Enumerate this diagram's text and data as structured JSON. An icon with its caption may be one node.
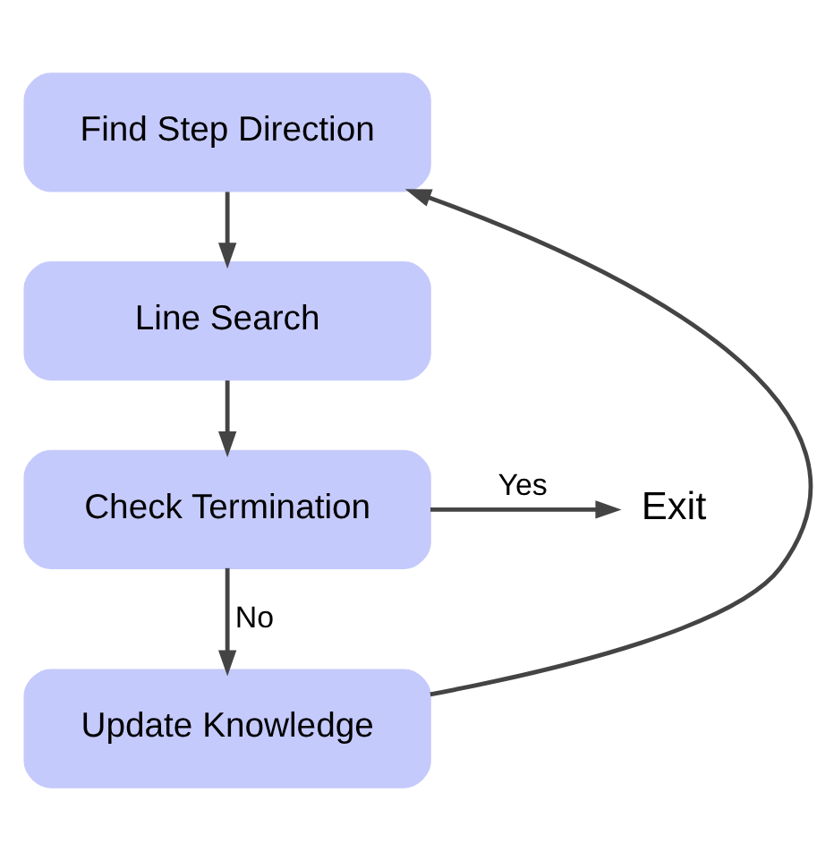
{
  "diagram": {
    "nodes": [
      {
        "text": [
          "Find Step Direction"
        ]
      },
      {
        "text": [
          "Line Search"
        ]
      },
      {
        "text": [
          "Check Termination"
        ]
      },
      {
        "text": [
          "Exit"
        ]
      },
      {
        "text": [
          "Update Knowledge"
        ]
      }
    ],
    "edges": [
      {
        "from": 0,
        "to": 1,
        "arrow": "to"
      },
      {
        "from": 1,
        "to": 2,
        "arrow": "to"
      },
      {
        "from": 2,
        "to": 3,
        "arrow": "to",
        "label": "Yes"
      },
      {
        "from": 2,
        "to": 4,
        "arrow": "to",
        "label": "No"
      },
      {
        "from": 4,
        "to": 0,
        "arrow": "to"
      }
    ]
  }
}
